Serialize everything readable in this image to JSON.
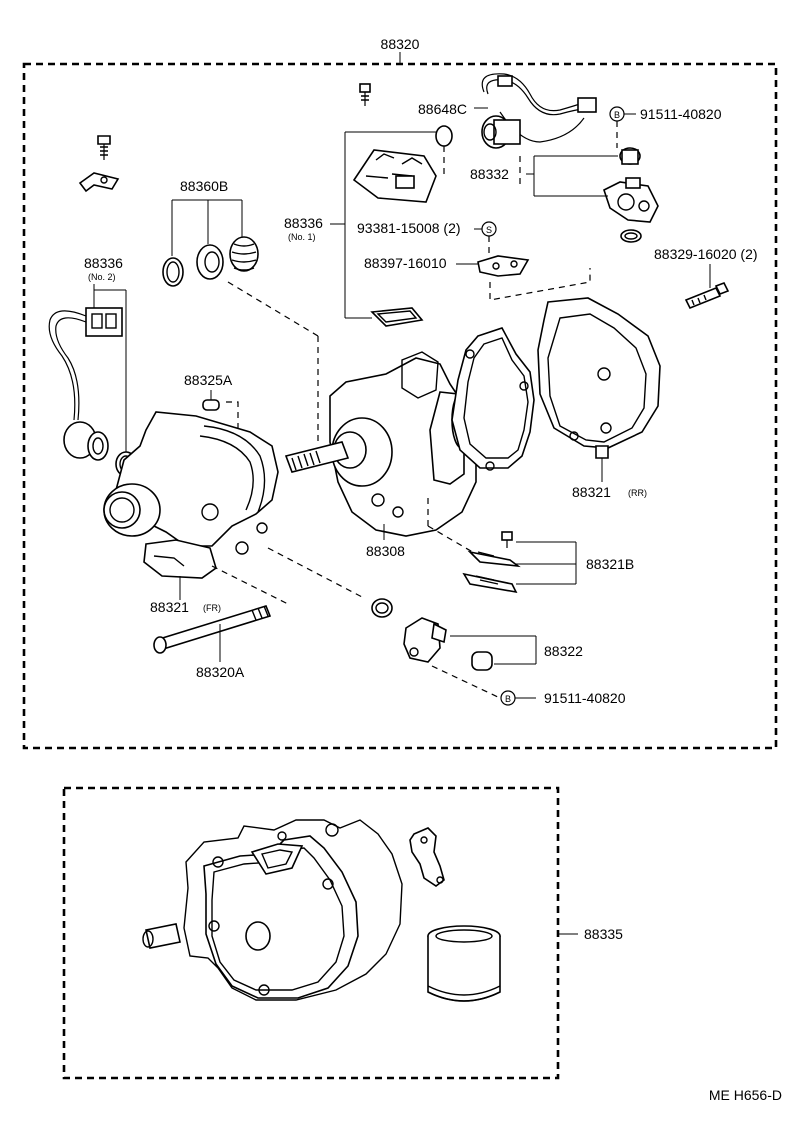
{
  "labels": {
    "assembly": "88320",
    "connector_cable": "88648C",
    "bolt_b_top": "91511-40820",
    "sensor_top": "88332",
    "seal_kit": "88360B",
    "connector_no1": "88336",
    "connector_no1_note": "(No. 1)",
    "screw_s": "93381-15008 (2)",
    "bracket": "88397-16010",
    "bolt_right": "88329-16020 (2)",
    "connector_no2": "88336",
    "connector_no2_note": "(No. 2)",
    "pin": "88325A",
    "rear_housing": "88321",
    "rear_housing_note": "(RR)",
    "shaft_cylinder": "88308",
    "plate": "88321B",
    "front_housing": "88321",
    "front_housing_note": "(FR)",
    "valve": "88322",
    "through_bolt": "88320A",
    "bolt_b_bottom": "91511-40820",
    "gasket_kit": "88335",
    "code": "ME  H656-D"
  },
  "markers": {
    "b": "B",
    "s": "S"
  }
}
